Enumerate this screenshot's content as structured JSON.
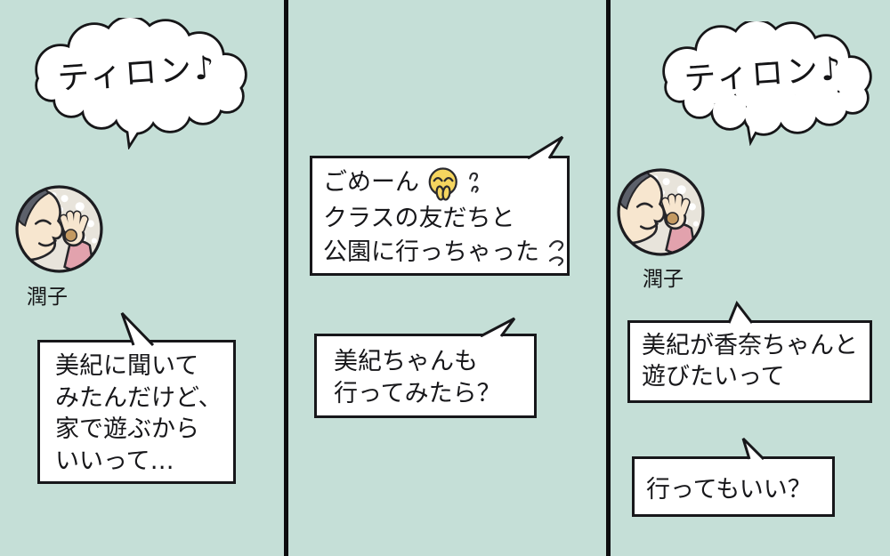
{
  "colors": {
    "background": "#c5dfd7",
    "panel_divider": "#0d0d0f",
    "bubble_fill": "#ffffff",
    "line_ink": "#17171a",
    "emoji_yellow": "#f5d55f",
    "avatar_background": "#e8e4db",
    "hair_gray": "#5c606a",
    "skin": "#f7e6cf",
    "sleeve_pink": "#e2a2ad",
    "treat_tan": "#c49a62"
  },
  "icons": {
    "emoji": "folded-hands-pleading-face",
    "motion_marks": "double-curl-marks",
    "squiggle": "trailing-tone-squiggle",
    "note": "eighth-note"
  },
  "panels": [
    {
      "name": "left",
      "sfx": "ティロン♪",
      "sender": {
        "name": "潤子"
      },
      "messages": [
        {
          "lines": [
            "美紀に聞いて",
            "みたんだけど、",
            "家で遊ぶから",
            "いいって…"
          ]
        }
      ]
    },
    {
      "name": "middle",
      "messages": [
        {
          "lines": [
            "ごめーん",
            "クラスの友だちと",
            "公園に行っちゃった"
          ],
          "emoji": "folded-hands-pleading-face"
        },
        {
          "lines": [
            "美紀ちゃんも",
            "行ってみたら？"
          ]
        }
      ]
    },
    {
      "name": "right",
      "sfx": "ティロン♪",
      "sender": {
        "name": "潤子"
      },
      "messages": [
        {
          "lines": [
            "美紀が香奈ちゃんと",
            "遊びたいって"
          ]
        },
        {
          "lines": [
            "行ってもいい？"
          ]
        }
      ]
    }
  ]
}
